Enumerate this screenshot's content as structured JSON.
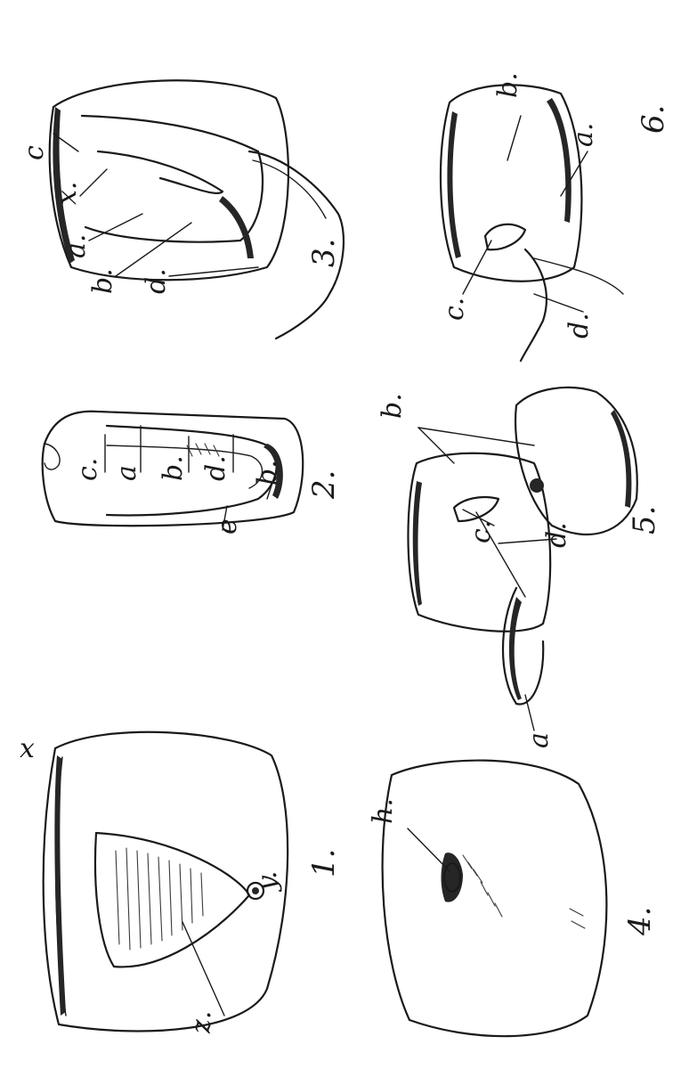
{
  "figures": [
    {
      "number": "1.",
      "labels": [
        "x",
        "y.",
        "z."
      ]
    },
    {
      "number": "2.",
      "labels": [
        "c.",
        "a",
        "b.",
        "d.",
        "b.",
        "e"
      ]
    },
    {
      "number": "3.",
      "labels": [
        "c",
        "x.",
        "a.",
        "b.",
        "d."
      ]
    },
    {
      "number": "4.",
      "labels": [
        "h."
      ]
    },
    {
      "number": "5.",
      "labels": [
        "b.",
        "c.",
        "d.",
        "a"
      ]
    },
    {
      "number": "6.",
      "labels": [
        "b.",
        "a.",
        "c.",
        "d."
      ]
    }
  ],
  "colors": {
    "ink": "#1a1a1a",
    "paper": "#ffffff"
  }
}
